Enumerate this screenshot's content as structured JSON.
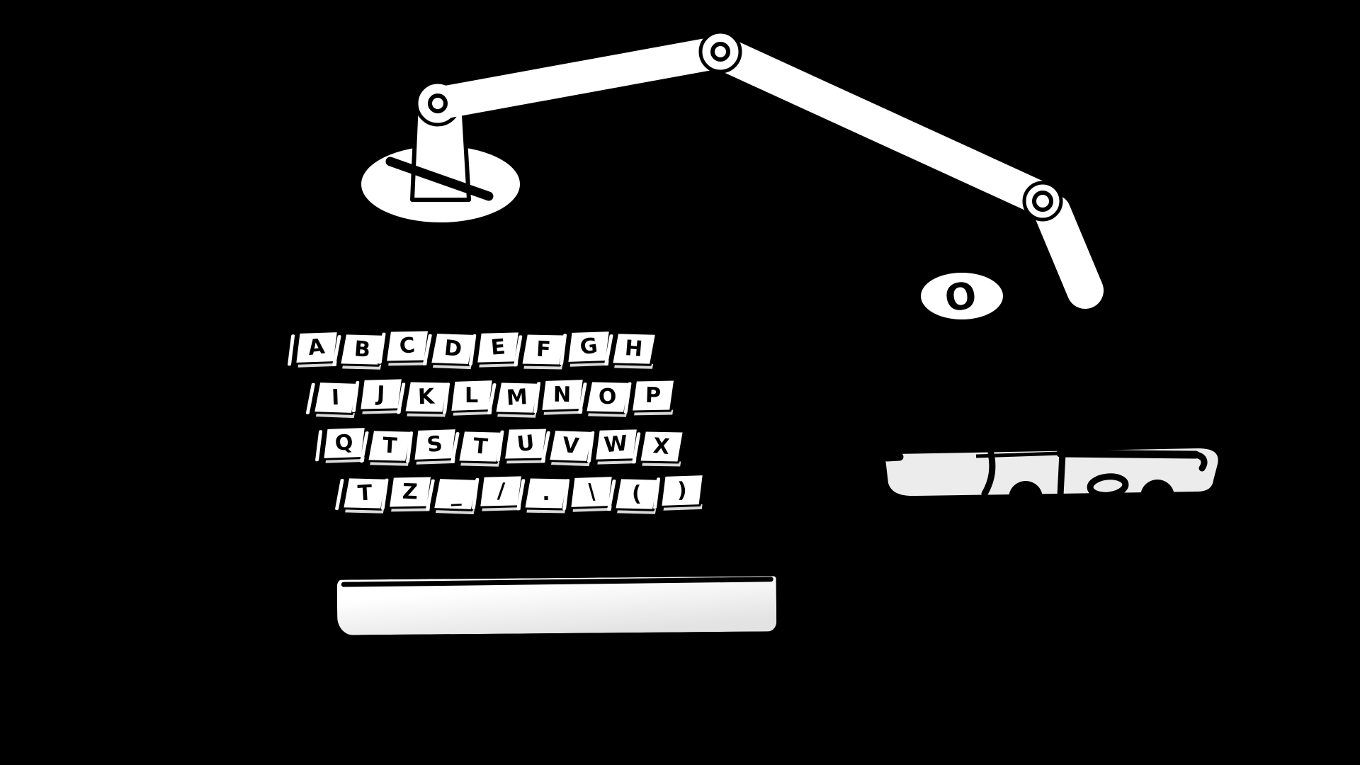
{
  "colors": {
    "background": "#000000",
    "ink": "#000000",
    "surface": "#ffffff",
    "key_front": "#d9d9d9",
    "paper_strip": "#ececec"
  },
  "robot_arm": {
    "parts": [
      {
        "name": "base-pedestal"
      },
      {
        "name": "support-post"
      },
      {
        "name": "clamp-bar"
      },
      {
        "name": "shoulder-joint"
      },
      {
        "name": "upper-arm"
      },
      {
        "name": "elbow-joint"
      },
      {
        "name": "forearm"
      },
      {
        "name": "wrist-joint"
      },
      {
        "name": "pen-effector"
      }
    ]
  },
  "bubble": {
    "letter": "O"
  },
  "keyboard": {
    "rows": [
      [
        "A",
        "B",
        "C",
        "D",
        "E",
        "F",
        "G",
        "H"
      ],
      [
        "I",
        "J",
        "K",
        "L",
        "M",
        "N",
        "O",
        "P"
      ],
      [
        "Q",
        "T",
        "S",
        "T",
        "U",
        "V",
        "W",
        "X"
      ],
      [
        "T",
        "Z",
        "_",
        "/",
        ".",
        "\\",
        "(",
        ")"
      ]
    ],
    "spacebar_label": ""
  },
  "paper_strip": {
    "handwriting_legible": false
  }
}
